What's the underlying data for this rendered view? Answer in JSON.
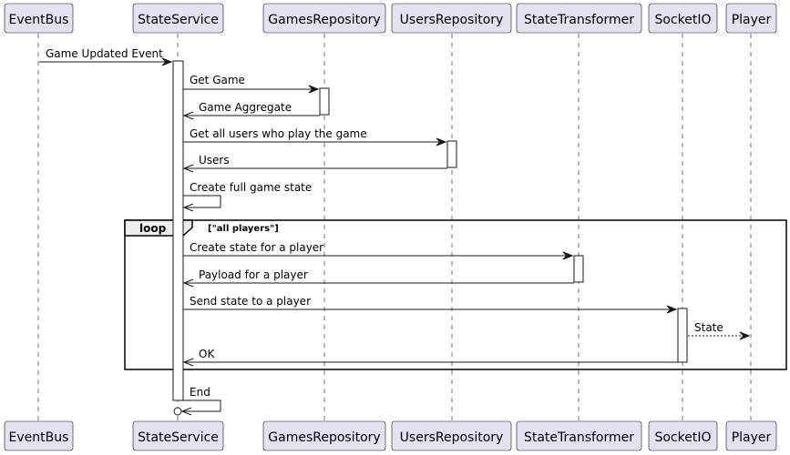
{
  "participants": [
    {
      "id": "eventbus",
      "label": "EventBus"
    },
    {
      "id": "stateservice",
      "label": "StateService"
    },
    {
      "id": "gamesrepository",
      "label": "GamesRepository"
    },
    {
      "id": "usersrepository",
      "label": "UsersRepository"
    },
    {
      "id": "statetransformer",
      "label": "StateTransformer"
    },
    {
      "id": "socketio",
      "label": "SocketIO"
    },
    {
      "id": "player",
      "label": "Player"
    }
  ],
  "messages": [
    {
      "label": "Game Updated Event"
    },
    {
      "label": "Get Game"
    },
    {
      "label": "Game Aggregate"
    },
    {
      "label": "Get all users who play the game"
    },
    {
      "label": "Users"
    },
    {
      "label": "Create full game state"
    },
    {
      "label": "Create state for a player"
    },
    {
      "label": "Payload for a player"
    },
    {
      "label": "Send state to a player"
    },
    {
      "label": "State"
    },
    {
      "label": "OK"
    },
    {
      "label": "End"
    }
  ],
  "loop": {
    "keyword": "loop",
    "condition": "[\"all players\"]"
  }
}
